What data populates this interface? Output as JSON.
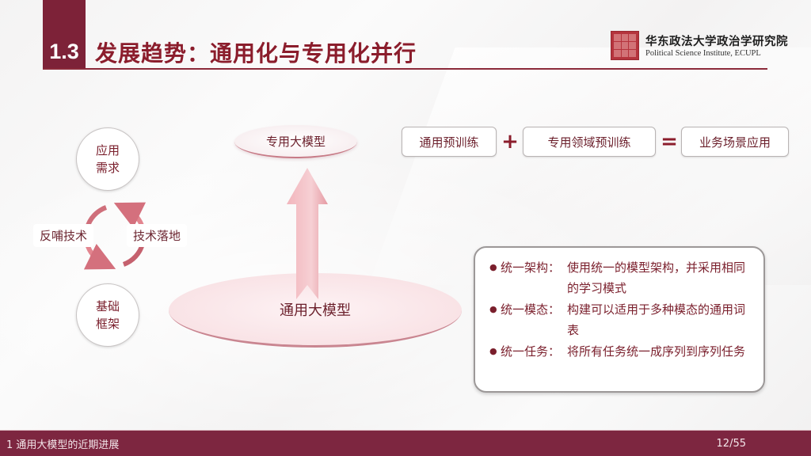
{
  "header": {
    "section_number": "1.3",
    "title": "发展趋势：通用化与专用化并行",
    "logo": {
      "name_cn": "华东政法大学政治学研究院",
      "name_en": "Political Science Institute, ECUPL",
      "seal_icon": "red-seal-logo-icon"
    }
  },
  "cycle": {
    "top_circle": [
      "应用",
      "需求"
    ],
    "bottom_circle": [
      "基础",
      "框架"
    ],
    "left_label": "反哺技术",
    "right_label": "技术落地",
    "arrow_icon": "cycle-arrows-icon"
  },
  "pyramid": {
    "top_label": "专用大模型",
    "base_label": "通用大模型",
    "arrow_icon": "up-arrow-icon"
  },
  "formula": {
    "terms": [
      "通用预训练",
      "专用领域预训练",
      "业务场景应用"
    ],
    "operators": [
      "+",
      "="
    ]
  },
  "bullets": [
    {
      "key": "统一架构：",
      "value": "使用统一的模型架构，并采用相同的学习模式"
    },
    {
      "key": "统一模态：",
      "value": "构建可以适用于多种模态的通用词表"
    },
    {
      "key": "统一任务：",
      "value": "将所有任务统一成序列到序列任务"
    }
  ],
  "footer": {
    "section": "1 通用大模型的近期进展",
    "page": "12/55"
  },
  "colors": {
    "brand_maroon": "#7d2238",
    "text_maroon": "#7a1f2c",
    "arrow_pink": "#e8a0a8"
  }
}
